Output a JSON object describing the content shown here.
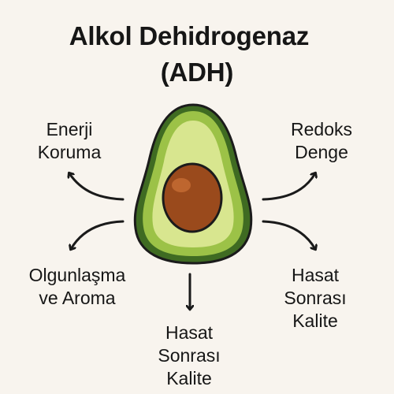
{
  "title": {
    "line1": "Alkol Dehidrogenaz",
    "line2": "(ADH)"
  },
  "center_image": {
    "icon": "avocado-half-icon",
    "colors": {
      "skin": "#3f6b22",
      "flesh_outer": "#9cc247",
      "flesh_inner": "#d8e68f",
      "seed": "#9a4a1c",
      "seed_highlight": "#c46b33"
    }
  },
  "nodes": {
    "energy": {
      "lines": [
        "Enerji",
        "Koruma"
      ]
    },
    "redox": {
      "lines": [
        "Redoks",
        "Denge"
      ]
    },
    "ripening": {
      "lines": [
        "Olgunlaşma",
        "ve Aroma"
      ]
    },
    "postharvest_right": {
      "lines": [
        "Hasat",
        "Sonrası",
        "Kalite"
      ]
    },
    "postharvest_center": {
      "lines": [
        "Hasat",
        "Sonrası",
        "Kalite"
      ]
    }
  },
  "colors": {
    "background": "#f8f4ee",
    "text": "#161616",
    "arrow": "#1a1a1a"
  }
}
